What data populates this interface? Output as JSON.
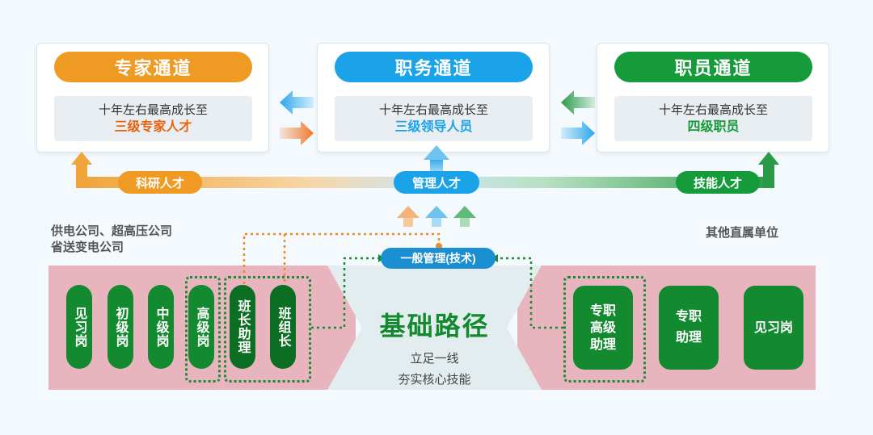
{
  "colors": {
    "expert": "#ef9a22",
    "expert_highlight": "#e8620f",
    "duty": "#1aa3e8",
    "staff": "#159b3a",
    "green_dark": "#138a2f",
    "band": "#e8b4be"
  },
  "cards": [
    {
      "title": "专家通道",
      "line1": "十年左右最高成长至",
      "line2": "三级专家人才"
    },
    {
      "title": "职务通道",
      "line1": "十年左右最高成长至",
      "line2": "三级领导人员"
    },
    {
      "title": "职员通道",
      "line1": "十年左右最高成长至",
      "line2": "四级职员"
    }
  ],
  "talent": {
    "research": "科研人才",
    "management": "管理人才",
    "skill": "技能人才"
  },
  "left_label": {
    "line1": "供电公司、超高压公司",
    "line2": "省送变电公司"
  },
  "right_label": "其他直属单位",
  "general_management": "一般管理(技术)",
  "foundation": {
    "title": "基础路径",
    "sub1": "立足一线",
    "sub2": "夯实核心技能"
  },
  "left_positions": [
    "见习岗",
    "初级岗",
    "中级岗",
    "高级岗",
    "班长助理",
    "班组长"
  ],
  "right_positions": {
    "senior": "专职高级助理",
    "assistant": "专职助理",
    "intern": "见习岗"
  },
  "icons": [
    "arrow-left-icon",
    "arrow-right-icon",
    "arrow-up-icon",
    "dotted-arrow-icon"
  ]
}
